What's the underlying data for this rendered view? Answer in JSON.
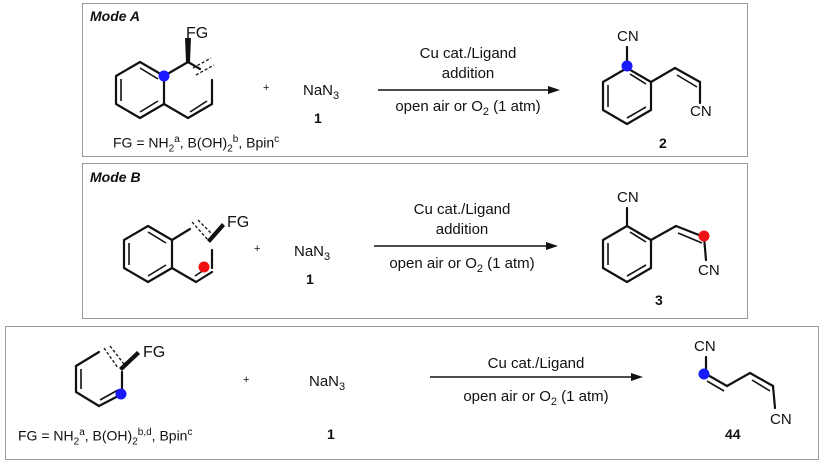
{
  "colors": {
    "blue_dot": "#1a1aff",
    "red_dot": "#ee1111",
    "panel_border": "#9a9a9a"
  },
  "modeA": {
    "title": "Mode A",
    "fg_label": "FG",
    "reagent": "NaN",
    "reagent_sub": "3",
    "reagent_number": "1",
    "plus": "+",
    "arrow_top_line1": "Cu cat./Ligand",
    "arrow_top_line2": "addition",
    "arrow_bottom_pre": "open air or O",
    "arrow_bottom_sub": "2",
    "arrow_bottom_post": " (1 atm)",
    "product_cn_top": "CN",
    "product_cn_bottom": "CN",
    "product_number": "2",
    "fg_note": {
      "pre": "FG = NH",
      "s1": "2",
      "sup1": "a",
      "mid": ", B(OH)",
      "s2": "2",
      "sup2": "b",
      "end": ", Bpin",
      "sup3": "c"
    }
  },
  "modeB": {
    "title": "Mode B",
    "fg_label": "FG",
    "reagent": "NaN",
    "reagent_sub": "3",
    "reagent_number": "1",
    "plus": "+",
    "arrow_top_line1": "Cu cat./Ligand",
    "arrow_top_line2": "addition",
    "arrow_bottom_pre": "open air or O",
    "arrow_bottom_sub": "2",
    "arrow_bottom_post": " (1 atm)",
    "product_cn_top": "CN",
    "product_cn_bottom": "CN",
    "product_number": "3"
  },
  "modeC": {
    "fg_label": "FG",
    "reagent": "NaN",
    "reagent_sub": "3",
    "reagent_number": "1",
    "plus": "+",
    "arrow_top_line1": "Cu cat./Ligand",
    "arrow_bottom_pre": "open air or O",
    "arrow_bottom_sub": "2",
    "arrow_bottom_post": " (1 atm)",
    "product_cn_top": "CN",
    "product_cn_bottom": "CN",
    "product_number": "44",
    "fg_note": {
      "pre": "FG = NH",
      "s1": "2",
      "sup1": "a",
      "mid": ", B(OH)",
      "s2": "2",
      "sup2": "b,d",
      "end": ", Bpin",
      "sup3": "c"
    }
  }
}
